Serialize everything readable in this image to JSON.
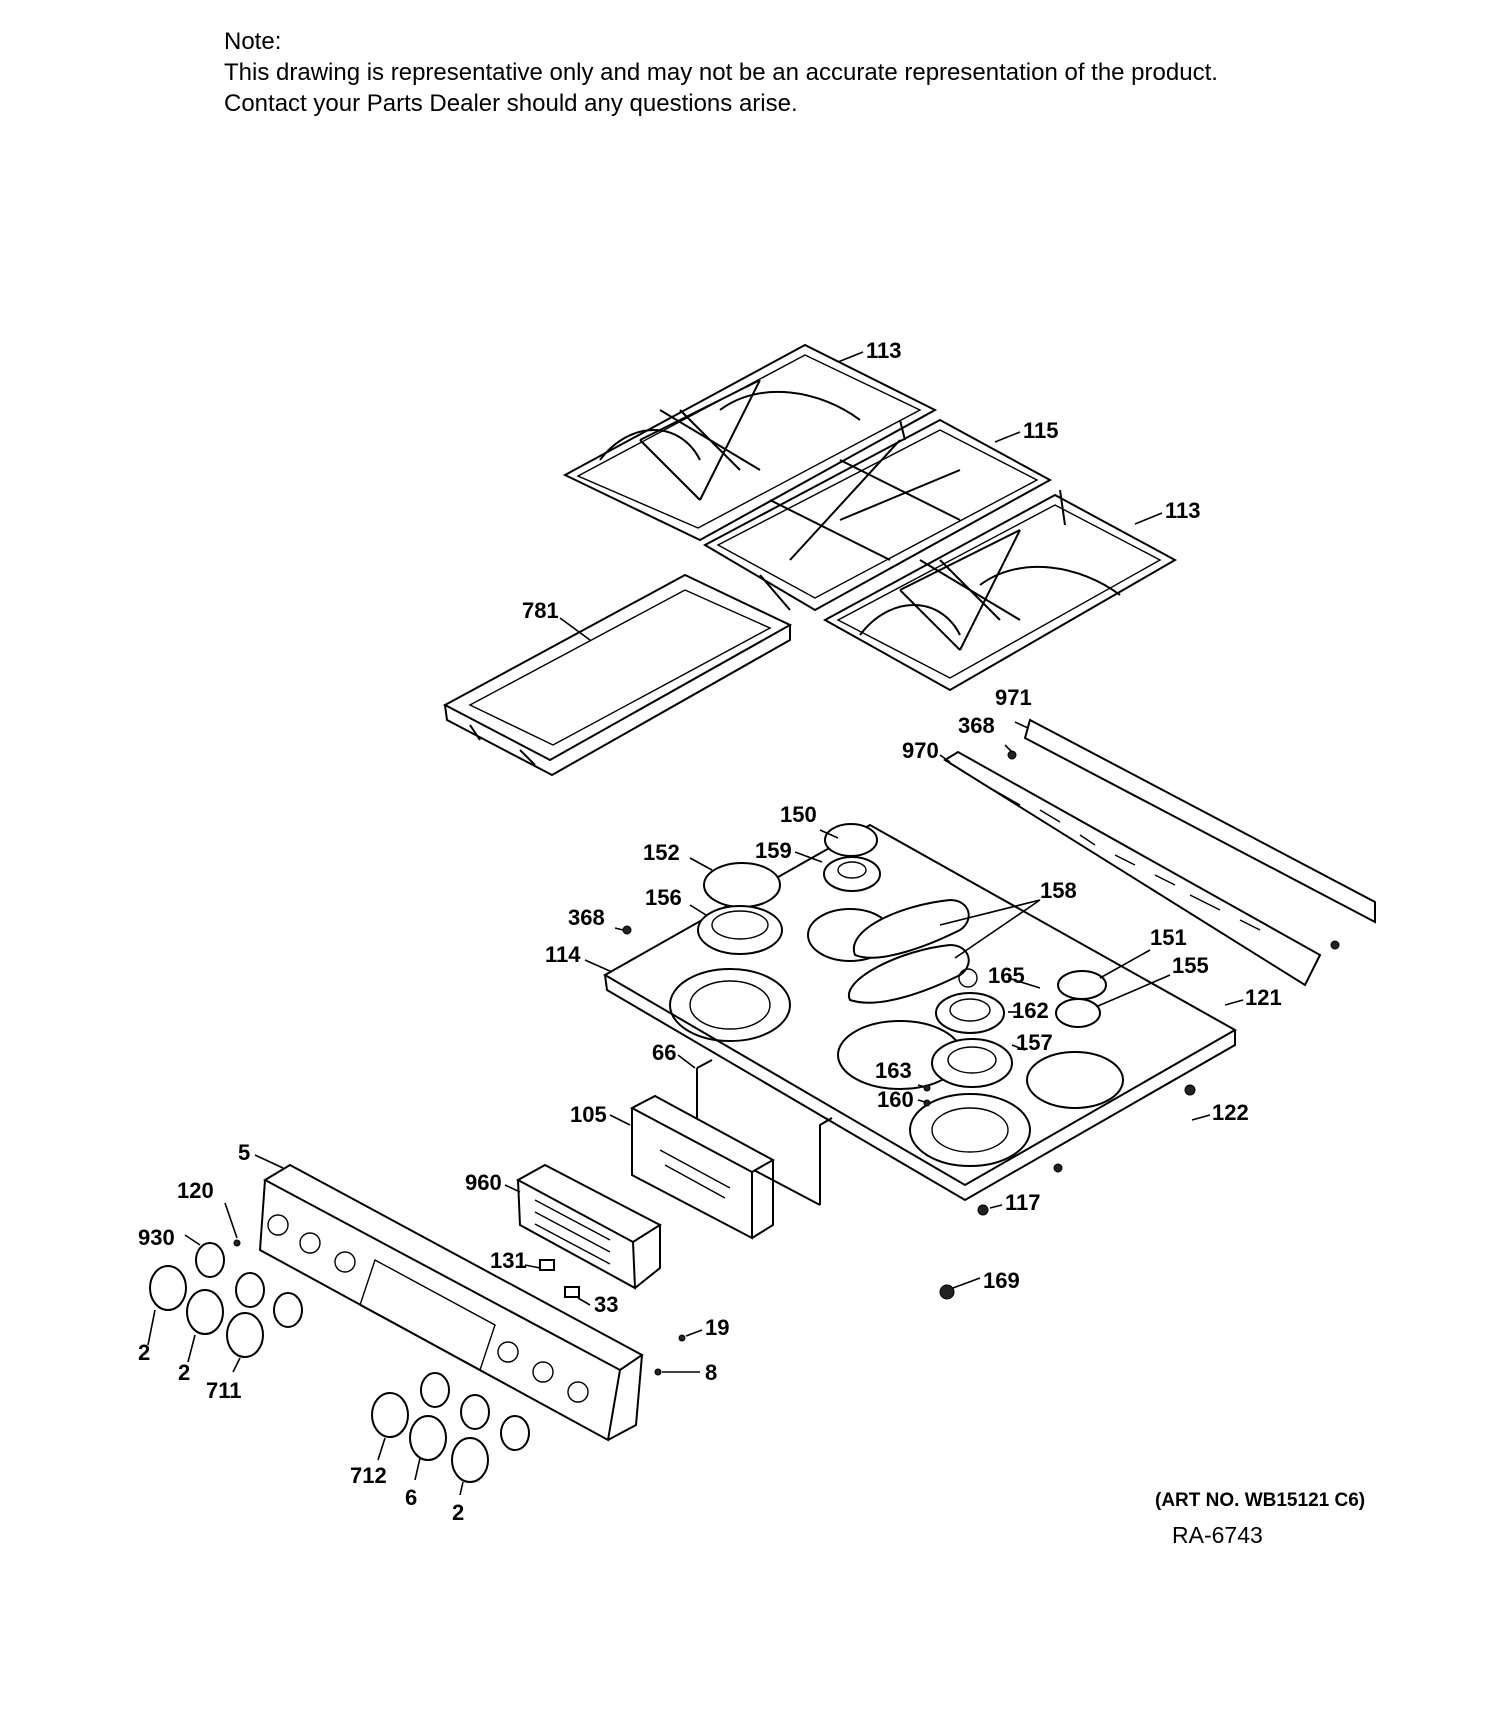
{
  "note": {
    "heading": "Note:",
    "line1": "This drawing is representative only and may not be an accurate representation of the product.",
    "line2": "Contact your Parts Dealer should any questions arise."
  },
  "footer": {
    "art_no": "(ART NO. WB15121 C6)",
    "ra": "RA-6743"
  },
  "labels": {
    "p113a": "113",
    "p115": "115",
    "p113b": "113",
    "p781": "781",
    "p971": "971",
    "p368a": "368",
    "p970": "970",
    "p150": "150",
    "p152": "152",
    "p159": "159",
    "p156": "156",
    "p158": "158",
    "p368b": "368",
    "p114": "114",
    "p151": "151",
    "p155": "155",
    "p165": "165",
    "p121": "121",
    "p162": "162",
    "p157": "157",
    "p66": "66",
    "p163": "163",
    "p160": "160",
    "p122": "122",
    "p105": "105",
    "p5": "5",
    "p960": "960",
    "p117": "117",
    "p120": "120",
    "p930": "930",
    "p131": "131",
    "p169": "169",
    "p33": "33",
    "p19": "19",
    "p8": "8",
    "p2a": "2",
    "p2b": "2",
    "p711": "711",
    "p712": "712",
    "p6": "6",
    "p2c": "2"
  }
}
